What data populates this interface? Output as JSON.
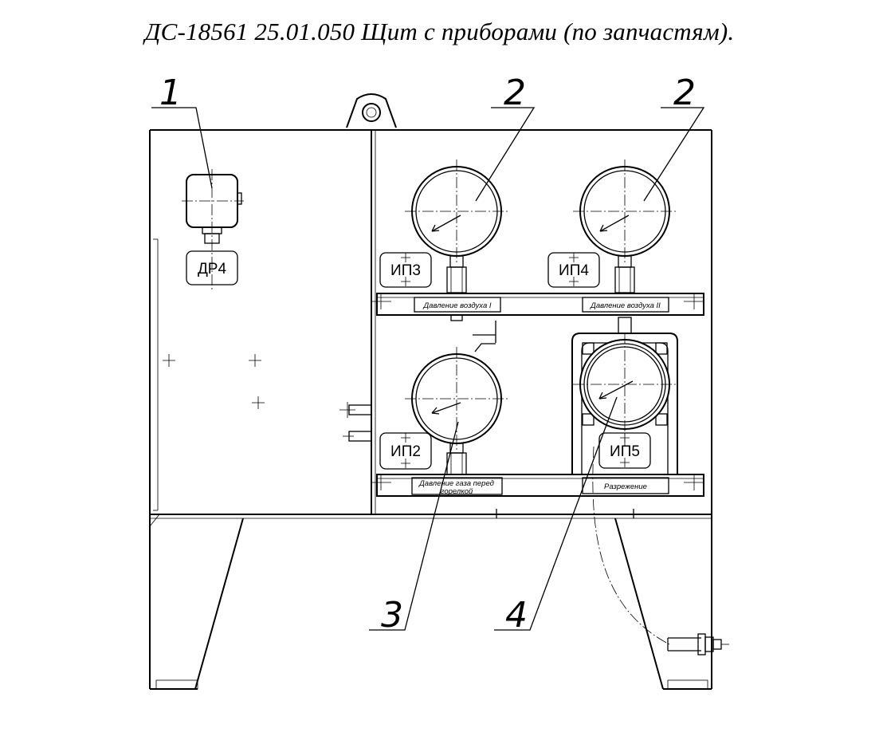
{
  "title": "ДС-18561 25.01.050 Щит с приборами (по запчастям).",
  "callouts": {
    "c1": "1",
    "c2a": "2",
    "c2b": "2",
    "c3": "3",
    "c4": "4"
  },
  "devices": {
    "dr4": "ДР4",
    "ip3": "ИП3",
    "ip4": "ИП4",
    "ip2": "ИП2",
    "ip5": "ИП5"
  },
  "strips": {
    "air1": "Давление воздуха I",
    "air2": "Давление воздуха II",
    "gas_line1": "Давление газа перед",
    "gas_line2": "горелкой",
    "vacuum": "Разрежение"
  }
}
